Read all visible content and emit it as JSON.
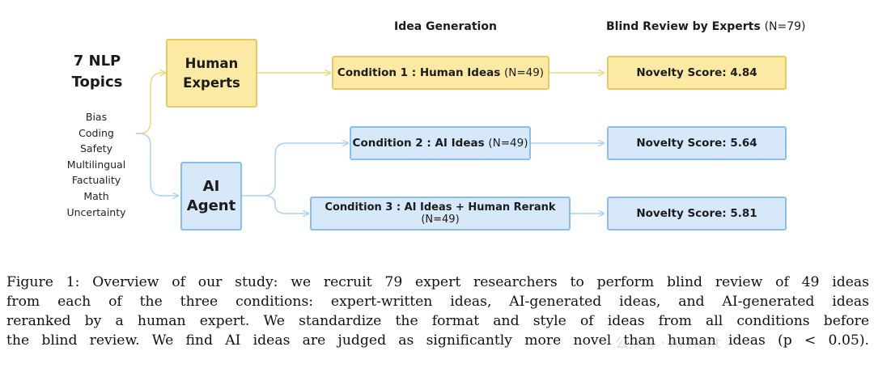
{
  "headers": {
    "idea_generation": "Idea Generation",
    "blind_review": "Blind Review by Experts",
    "blind_review_n": "(N=79)"
  },
  "topics": {
    "title_line1": "7 NLP",
    "title_line2": "Topics",
    "items": [
      "Bias",
      "Coding",
      "Safety",
      "Multilingual",
      "Factuality",
      "Math",
      "Uncertainty"
    ]
  },
  "sources": {
    "human_line1": "Human",
    "human_line2": "Experts",
    "ai_line1": "AI",
    "ai_line2": "Agent"
  },
  "conditions": [
    {
      "label": "Condition 1 : Human Ideas",
      "n": "(N=49)"
    },
    {
      "label": "Condition 2 : AI Ideas",
      "n": "(N=49)"
    },
    {
      "label": "Condition 3 : AI Ideas + Human Rerank",
      "n": "(N=49)"
    }
  ],
  "scores": [
    "Novelty Score: 4.84",
    "Novelty Score: 5.64",
    "Novelty Score: 5.81"
  ],
  "colors": {
    "human_fill": "#fbe9a4",
    "human_border": "#e9c960",
    "ai_fill": "#d6e8fa",
    "ai_border": "#86bfee"
  },
  "caption": {
    "line1": "Figure 1: Overview of our study: we recruit 79 expert researchers to perform blind review of 49 ideas",
    "line2": "from each of the three conditions: expert-written ideas, AI-generated ideas, and AI-generated ideas",
    "line3": "reranked by a human expert. We standardize the format and style of ideas from all conditions before",
    "line4": "the blind review. We find AI ideas are judged as significantly more novel than human ideas (p < 0.05)."
  },
  "watermark": "公众号 · AI Hunt"
}
